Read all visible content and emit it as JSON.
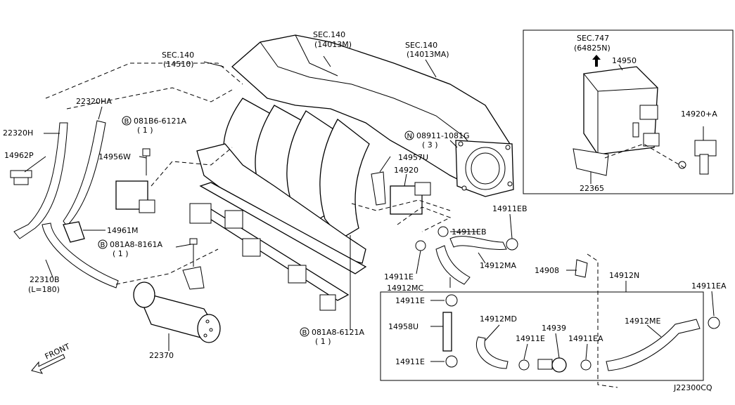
{
  "diagram_code": "J22300CQ",
  "front_label": "FRONT",
  "sec140_14510": {
    "sec": "SEC.140",
    "ref": "(14510)"
  },
  "sec140_14013m": {
    "sec": "SEC.140",
    "ref": "(14013M)"
  },
  "sec140_14013ma": {
    "sec": "SEC.140",
    "ref": "(14013MA)"
  },
  "sec747": {
    "sec": "SEC.747",
    "ref": "(64825N)"
  },
  "bolts": {
    "b1": {
      "circle": "B",
      "num": "081B6-6121A",
      "qty": "( 1 )"
    },
    "b2": {
      "circle": "B",
      "num": "081A8-8161A",
      "qty": "( 1 )"
    },
    "b3": {
      "circle": "B",
      "num": "081A8-6121A",
      "qty": "( 1 )"
    },
    "n1": {
      "circle": "N",
      "num": "08911-1081G",
      "qty": "( 3 )"
    }
  },
  "parts": {
    "p22320H": "22320H",
    "p22320HA": "22320HA",
    "p14962P": "14962P",
    "p14956W": "14956W",
    "p14961M": "14961M",
    "p22310B": "22310B",
    "p22310B_len": "(L=180)",
    "p22370": "22370",
    "p14957U": "14957U",
    "p14920": "14920",
    "p14911EB_1": "14911EB",
    "p14911EB_2": "14911EB",
    "p14911E_main": "14911E",
    "p14912MA": "14912MA",
    "p14912MC": "14912MC",
    "p14908": "14908",
    "p14912N": "14912N",
    "p14911EA_1": "14911EA",
    "p14911EA_2": "14911EA",
    "p14911E_a": "14911E",
    "p14911E_b": "14911E",
    "p14911E_c": "14911E",
    "p14958U": "14958U",
    "p14912MD": "14912MD",
    "p14939": "14939",
    "p14912ME": "14912ME",
    "p14950": "14950",
    "p14920A": "14920+A",
    "p22365": "22365"
  }
}
